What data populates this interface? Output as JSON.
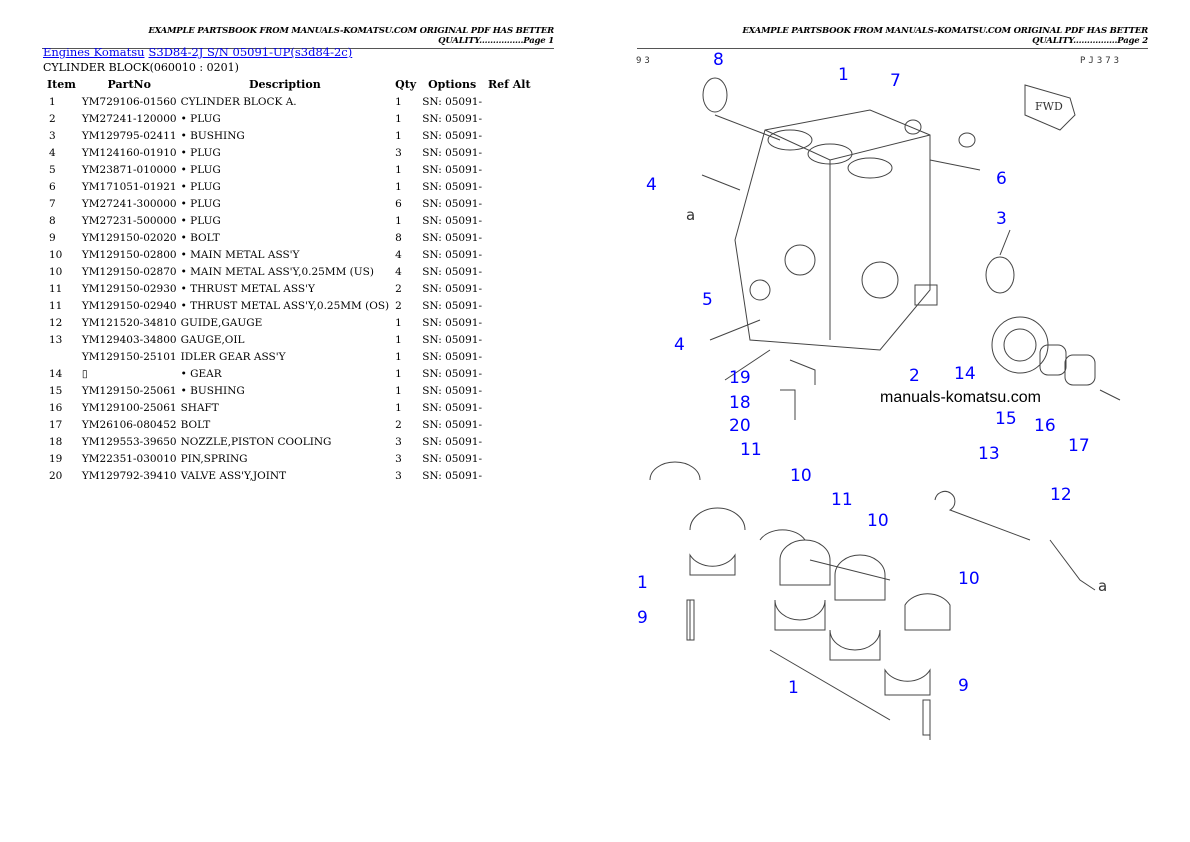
{
  "header": {
    "page1": "EXAMPLE PARTSBOOK FROM MANUALS-KOMATSU.COM ORIGINAL PDF HAS BETTER QUALITY................Page 1",
    "page2": "EXAMPLE PARTSBOOK FROM MANUALS-KOMATSU.COM ORIGINAL PDF HAS BETTER QUALITY................Page 2"
  },
  "breadcrumb": {
    "link1": "Engines Komatsu",
    "link2": "S3D84-2J S/N 05091-UP(s3d84-2c)"
  },
  "subtitle": "CYLINDER BLOCK(060010 : 0201)",
  "table": {
    "headers": [
      "Item",
      "PartNo",
      "Description",
      "Qty",
      "Options",
      "Ref Alt"
    ],
    "rows": [
      [
        "1",
        "YM729106-01560",
        "CYLINDER BLOCK A.",
        "1",
        "SN: 05091-"
      ],
      [
        "2",
        "YM27241-120000",
        "• PLUG",
        "1",
        "SN: 05091-"
      ],
      [
        "3",
        "YM129795-02411",
        "• BUSHING",
        "1",
        "SN: 05091-"
      ],
      [
        "4",
        "YM124160-01910",
        "• PLUG",
        "3",
        "SN: 05091-"
      ],
      [
        "5",
        "YM23871-010000",
        "• PLUG",
        "1",
        "SN: 05091-"
      ],
      [
        "6",
        "YM171051-01921",
        "• PLUG",
        "1",
        "SN: 05091-"
      ],
      [
        "7",
        "YM27241-300000",
        "• PLUG",
        "6",
        "SN: 05091-"
      ],
      [
        "8",
        "YM27231-500000",
        "• PLUG",
        "1",
        "SN: 05091-"
      ],
      [
        "9",
        "YM129150-02020",
        "• BOLT",
        "8",
        "SN: 05091-"
      ],
      [
        "10",
        "YM129150-02800",
        "• MAIN METAL ASS'Y",
        "4",
        "SN: 05091-"
      ],
      [
        "10",
        "YM129150-02870",
        "• MAIN METAL ASS'Y,0.25MM (US)",
        "4",
        "SN: 05091-"
      ],
      [
        "11",
        "YM129150-02930",
        "• THRUST METAL ASS'Y",
        "2",
        "SN: 05091-"
      ],
      [
        "11",
        "YM129150-02940",
        "• THRUST METAL ASS'Y,0.25MM (OS)",
        "2",
        "SN: 05091-"
      ],
      [
        "12",
        "YM121520-34810",
        "GUIDE,GAUGE",
        "1",
        "SN: 05091-"
      ],
      [
        "13",
        "YM129403-34800",
        "GAUGE,OIL",
        "1",
        "SN: 05091-"
      ],
      [
        "",
        "YM129150-25101",
        "IDLER GEAR ASS'Y",
        "1",
        "SN: 05091-"
      ],
      [
        "14",
        "▯",
        "• GEAR",
        "1",
        "SN: 05091-"
      ],
      [
        "15",
        "YM129150-25061",
        "• BUSHING",
        "1",
        "SN: 05091-"
      ],
      [
        "16",
        "YM129100-25061",
        "SHAFT",
        "1",
        "SN: 05091-"
      ],
      [
        "17",
        "YM26106-080452",
        "BOLT",
        "2",
        "SN: 05091-"
      ],
      [
        "18",
        "YM129553-39650",
        "NOZZLE,PISTON COOLING",
        "3",
        "SN: 05091-"
      ],
      [
        "19",
        "YM22351-030010",
        "PIN,SPRING",
        "3",
        "SN: 05091-"
      ],
      [
        "20",
        "YM129792-39410",
        "VALVE ASS'Y,JOINT",
        "3",
        "SN: 05091-"
      ]
    ]
  },
  "diagram": {
    "code_left": "93",
    "code_right": "PJ373",
    "watermark": "manuals-komatsu.com",
    "fwd": "FWD",
    "ref_a": "a",
    "labels": [
      "8",
      "1",
      "7",
      "4",
      "6",
      "3",
      "5",
      "4",
      "19",
      "2",
      "14",
      "18",
      "15",
      "20",
      "16",
      "17",
      "13",
      "11",
      "10",
      "11",
      "12",
      "10",
      "1",
      "10",
      "9",
      "1",
      "9"
    ],
    "label_color": "#0000ff"
  }
}
